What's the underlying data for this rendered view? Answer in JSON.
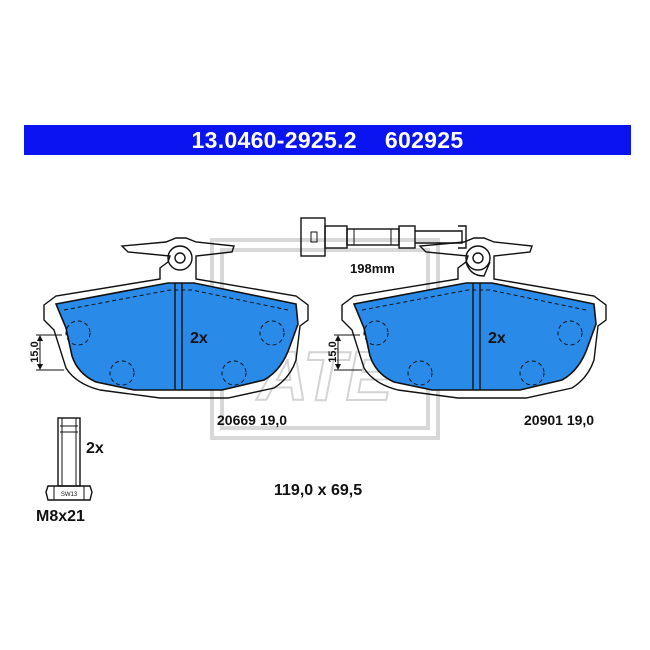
{
  "header": {
    "part_number": "13.0460-2925.2",
    "reference": "602925"
  },
  "sensor": {
    "length_label": "198mm"
  },
  "pads": [
    {
      "quantity": "2x",
      "thickness_dim": "15,0",
      "code": "20669 19,0"
    },
    {
      "quantity": "2x",
      "thickness_dim": "15,0",
      "code": "20901 19,0"
    }
  ],
  "bolt": {
    "quantity": "2x",
    "wrench_size": "SW13",
    "size": "M8x21"
  },
  "dimensions": "119,0 x 69,5",
  "watermark": "ATE",
  "colors": {
    "header_bg": "#0a14f0",
    "pad_fill": "#2a8ae8"
  }
}
